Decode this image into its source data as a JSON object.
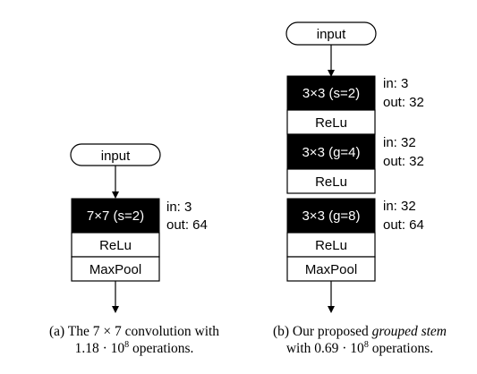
{
  "diagram_a": {
    "input_label": "input",
    "conv_label": "7×7 (s=2)",
    "conv_io": {
      "in": "in: 3",
      "out": "out: 64"
    },
    "relu_label": "ReLu",
    "pool_label": "MaxPool",
    "caption_line1": "(a) The 7 × 7 convolution with",
    "caption_line2_prefix": "1.18 · 10",
    "caption_line2_exp": "8",
    "caption_line2_suffix": " operations."
  },
  "diagram_b": {
    "input_label": "input",
    "conv1_label": "3×3 (s=2)",
    "conv1_io": {
      "in": "in: 3",
      "out": "out: 32"
    },
    "relu1_label": "ReLu",
    "conv2_label": "3×3 (g=4)",
    "conv2_io": {
      "in": "in: 32",
      "out": "out: 32"
    },
    "relu2_label": "ReLu",
    "conv3_label": "3×3 (g=8)",
    "conv3_io": {
      "in": "in: 32",
      "out": "out: 64"
    },
    "relu3_label": "ReLu",
    "pool_label": "MaxPool",
    "caption_line1_prefix": "(b) Our proposed ",
    "caption_line1_em": "grouped stem",
    "caption_line2_prefix": "with 0.69 · 10",
    "caption_line2_exp": "8",
    "caption_line2_suffix": " operations."
  },
  "colors": {
    "conv_fill": "#000000",
    "conv_text": "#ffffff",
    "stroke": "#000000"
  }
}
